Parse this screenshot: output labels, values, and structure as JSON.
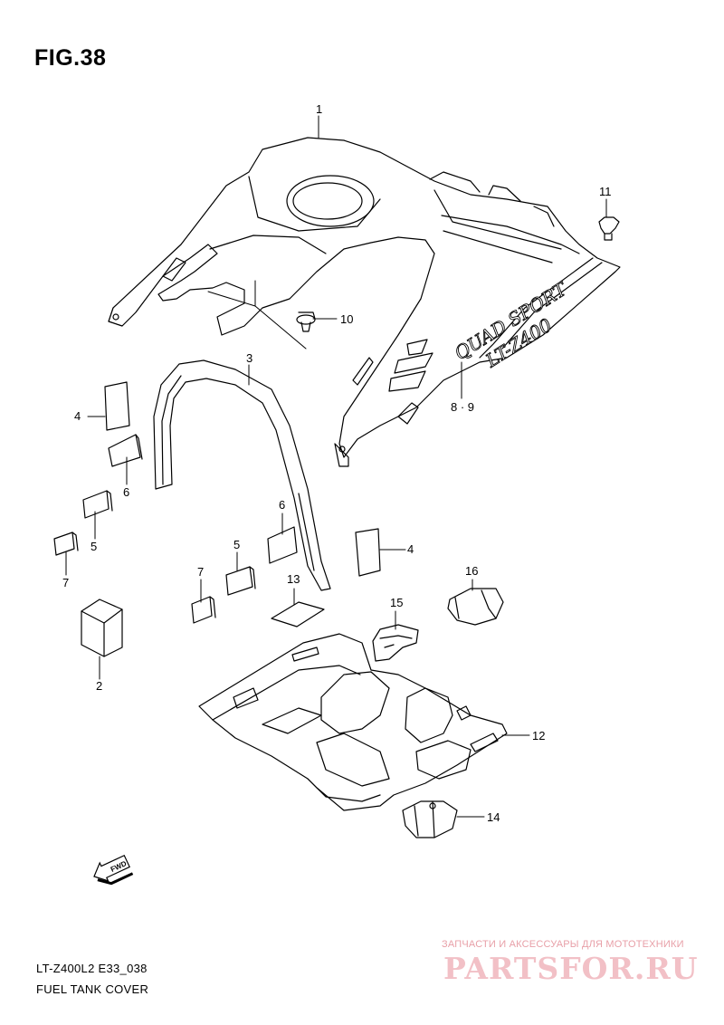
{
  "title": "FIG.38",
  "footer": {
    "code": "LT-Z400L2 E33_038",
    "name": "FUEL TANK COVER"
  },
  "watermark": {
    "tagline": "ЗАПЧАСТИ И АКСЕССУАРЫ ДЛЯ МОТОТЕХНИКИ",
    "brand": "PARTSFOR.RU"
  },
  "decal_text": {
    "line1": "QUAD SPORT",
    "line2": "LT-Z400"
  },
  "fwd_label": "FWD",
  "callouts": {
    "c1": "1",
    "c2": "2",
    "c3": "3",
    "c4a": "4",
    "c4b": "4",
    "c5a": "5",
    "c5b": "5",
    "c6a": "6",
    "c6b": "6",
    "c7a": "7",
    "c7b": "7",
    "c89": "8 · 9",
    "c10": "10",
    "c11": "11",
    "c12": "12",
    "c13": "13",
    "c14": "14",
    "c15": "15",
    "c16": "16"
  }
}
